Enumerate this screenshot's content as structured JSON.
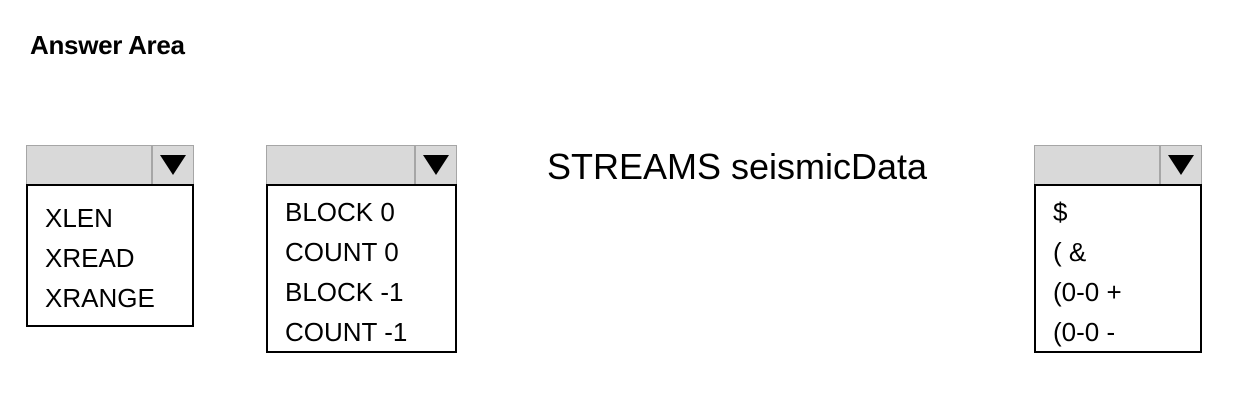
{
  "title": "Answer Area",
  "statement": "STREAMS seismicData",
  "dropdowns": [
    {
      "options": [
        "XLEN",
        "XREAD",
        "XRANGE"
      ]
    },
    {
      "options": [
        "BLOCK 0",
        "COUNT 0",
        "BLOCK -1",
        "COUNT -1"
      ]
    },
    {
      "options": [
        "$",
        "( &",
        "(0-0 +",
        "(0-0 -"
      ]
    }
  ]
}
